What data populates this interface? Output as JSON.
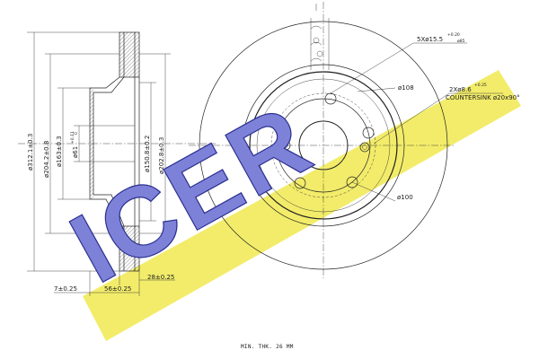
{
  "logo": {
    "text": "ICER",
    "colors": {
      "band": "#f2ec6a",
      "letters": "#7d82d8",
      "letters_outline": "#2b2f8f"
    }
  },
  "side_view": {
    "diameters": [
      "ø312.1±0.3",
      "ø204.2±0.8",
      "ø163±0.3",
      "ø61",
      "ø150.8±0.2",
      "ø202.8±0.3"
    ],
    "tolerance_sup": "+0.11",
    "tolerance_sup_value": "0",
    "widths": {
      "hub": "56±0.25",
      "flange": "7±0.25",
      "disc": "28±0.25"
    }
  },
  "front_view": {
    "bolt_holes": "5Xø15.5",
    "bolt_holes_tol": "+0.20",
    "bolt_holes_tol_tail": "ø85",
    "pcd": "ø108",
    "countersink_a": "2Xø8.6",
    "countersink_a_tol": "+0.25",
    "countersink_b": "COUNTERSINK ø20x90°",
    "inner_circle": "ø100",
    "min_thickness": "MIN. THK. 26 MM"
  }
}
